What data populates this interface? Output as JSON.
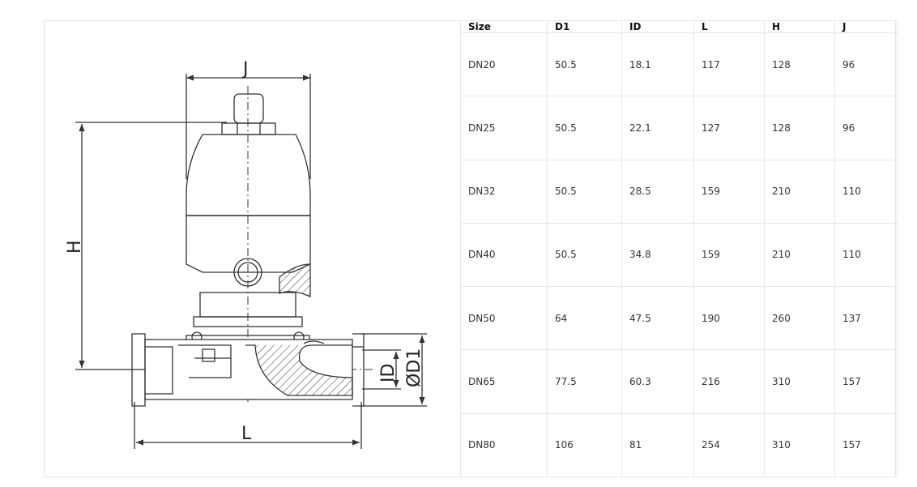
{
  "drawing": {
    "labels": {
      "J": "J",
      "H": "H",
      "L": "L",
      "ID": "ID",
      "D1": "ØD1"
    }
  },
  "table": {
    "headers": [
      "Size",
      "D1",
      "ID",
      "L",
      "H",
      "J"
    ],
    "rows": [
      [
        "DN20",
        "50.5",
        "18.1",
        "117",
        "128",
        "96"
      ],
      [
        "DN25",
        "50.5",
        "22.1",
        "127",
        "128",
        "96"
      ],
      [
        "DN32",
        "50.5",
        "28.5",
        "159",
        "210",
        "110"
      ],
      [
        "DN40",
        "50.5",
        "34.8",
        "159",
        "210",
        "110"
      ],
      [
        "DN50",
        "64",
        "47.5",
        "190",
        "260",
        "137"
      ],
      [
        "DN65",
        "77.5",
        "60.3",
        "216",
        "310",
        "157"
      ],
      [
        "DN80",
        "106",
        "81",
        "254",
        "310",
        "157"
      ]
    ]
  }
}
